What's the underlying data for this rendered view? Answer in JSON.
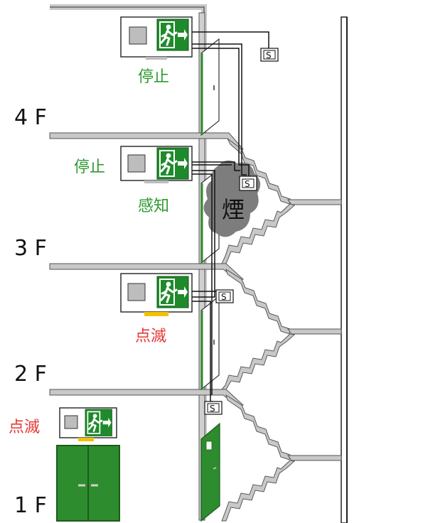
{
  "floors": {
    "f4": "4 F",
    "f3": "3 F",
    "f2": "2 F",
    "f1": "1 F"
  },
  "status": {
    "f4_stop": "停止",
    "f3_stop": "停止",
    "f3_detect": "感知",
    "f2_blink": "点滅",
    "f1_blink": "点滅"
  },
  "sensor_label": "S",
  "smoke_label": "煙",
  "colors": {
    "exit_green": "#1f8a2b",
    "stop_text": "#2e9a2e",
    "blink_text": "#e53935",
    "blink_light": "#f2c200",
    "wall_gray": "#c8c8c8",
    "smoke_gray": "#7d7d7d",
    "door_green": "#2d8c2d"
  }
}
